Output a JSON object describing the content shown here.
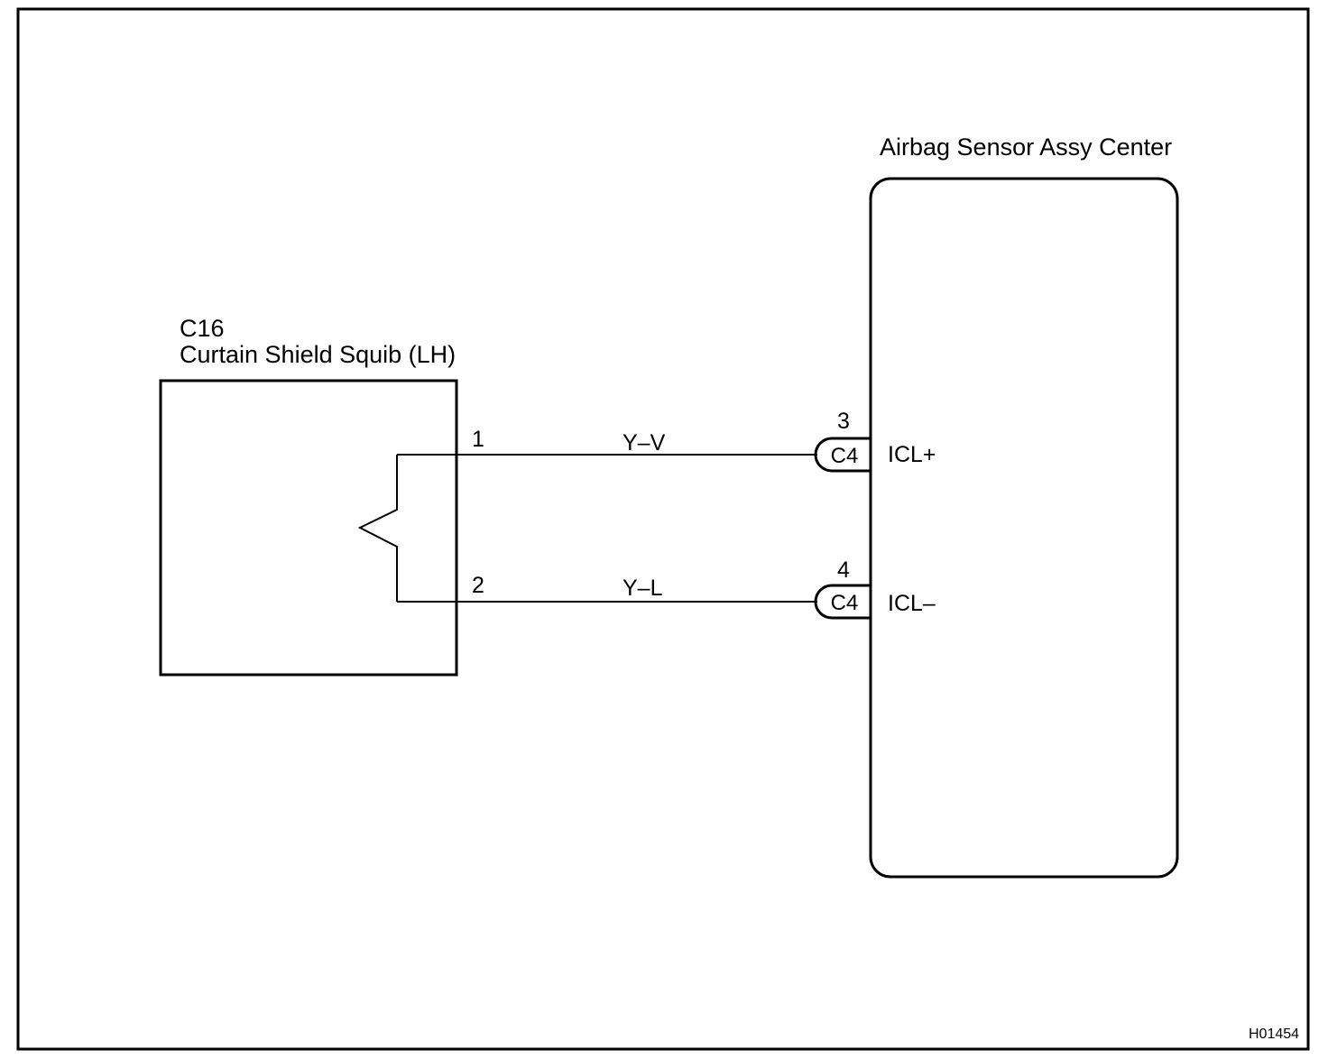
{
  "squib": {
    "code": "C16",
    "name": "Curtain Shield Squib (LH)"
  },
  "sensor": {
    "name": "Airbag Sensor Assy Center"
  },
  "wires": [
    {
      "squib_pin": "1",
      "color": "Y–V",
      "sensor_pin": "3",
      "connector": "C4",
      "signal": "ICL+"
    },
    {
      "squib_pin": "2",
      "color": "Y–L",
      "sensor_pin": "4",
      "connector": "C4",
      "signal": "ICL–"
    }
  ],
  "figure_id": "H01454"
}
